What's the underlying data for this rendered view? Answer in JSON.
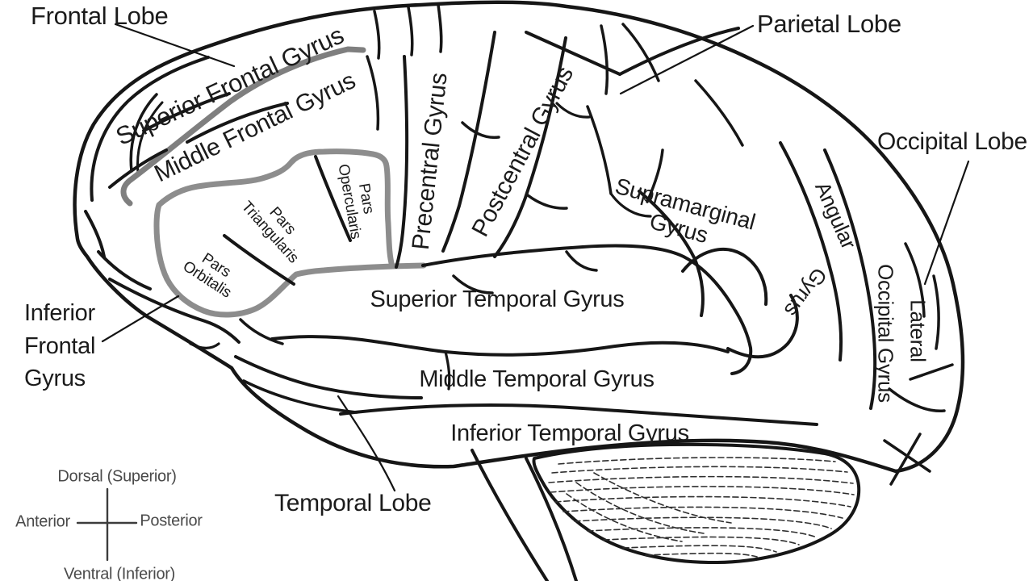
{
  "figure": {
    "type": "brain-lateral-view-line-diagram",
    "colors": {
      "background": "#ffffff",
      "line": "#161616",
      "highlight_gray": "#8d8d8d",
      "text": "#1b1b1b",
      "compass_text": "#4a4a4a"
    },
    "lobes": {
      "frontal": "Frontal Lobe",
      "parietal": "Parietal Lobe",
      "occipital": "Occipital Lobe",
      "temporal": "Temporal Lobe"
    },
    "gyri": {
      "superior_frontal": "Superior Frontal Gyrus",
      "middle_frontal": "Middle Frontal Gyrus",
      "inferior_frontal_line1": "Inferior",
      "inferior_frontal_line2": "Frontal",
      "inferior_frontal_line3": "Gyrus",
      "pars_opercularis_line1": "Pars",
      "pars_opercularis_line2": "Opercularis",
      "pars_triangularis_line1": "Pars",
      "pars_triangularis_line2": "Triangularis",
      "pars_orbitalis_line1": "Pars",
      "pars_orbitalis_line2": "Orbitalis",
      "precentral": "Precentral Gyrus",
      "postcentral": "Postcentral Gyrus",
      "supramarginal_line1": "Supramarginal",
      "supramarginal_line2": "Gyrus",
      "angular_word1": "Angular",
      "angular_word2": "Gyrus",
      "lateral_occipital_word1": "Lateral",
      "lateral_occipital_word2": "Occipital Gyrus",
      "superior_temporal": "Superior Temporal Gyrus",
      "middle_temporal": "Middle Temporal Gyrus",
      "inferior_temporal": "Inferior Temporal Gyrus"
    },
    "compass": {
      "dorsal": "Dorsal (Superior)",
      "anterior": "Anterior",
      "posterior": "Posterior",
      "ventral": "Ventral (Inferior)"
    }
  }
}
